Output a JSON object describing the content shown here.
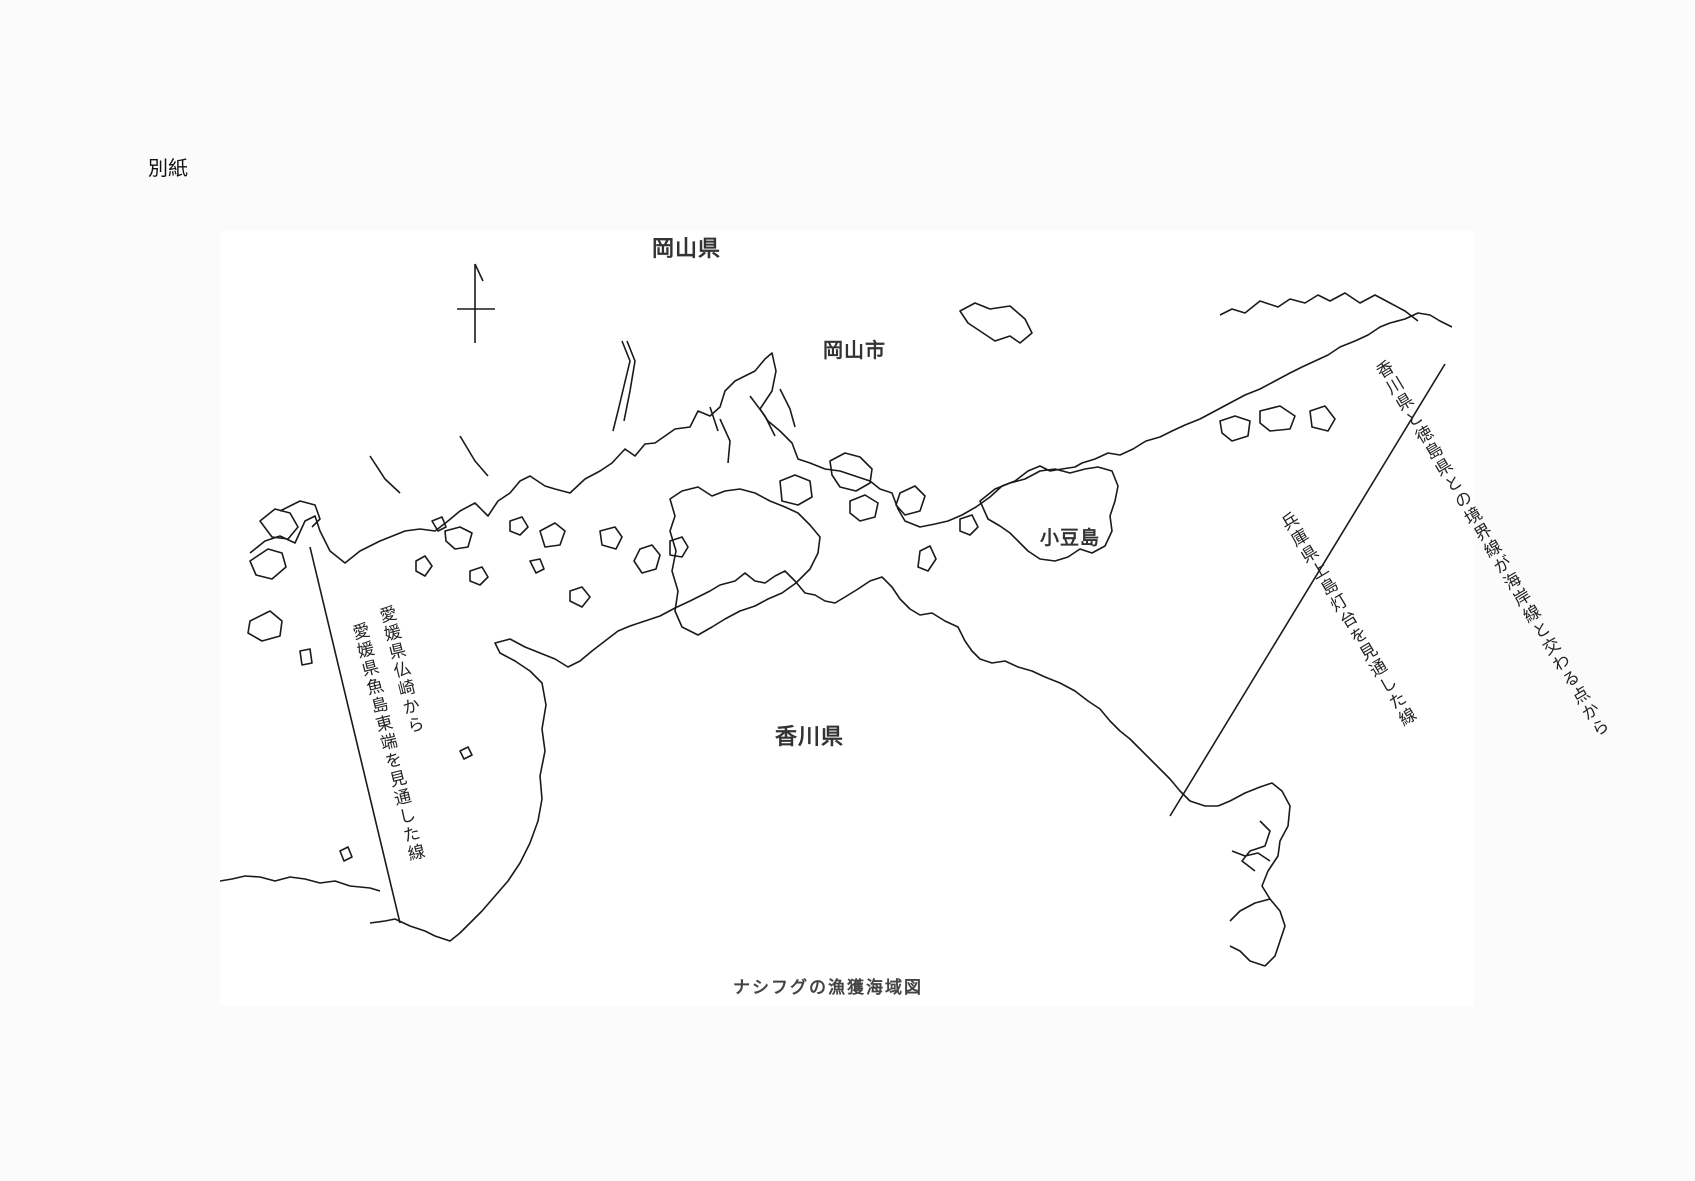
{
  "page": {
    "annex_label": "別紙"
  },
  "map": {
    "title": "ナシフグの漁獲海域図",
    "labels": {
      "okayama_pref": "岡山県",
      "okayama_city": "岡山市",
      "kagawa_pref": "香川県",
      "shodoshima": "小豆島"
    },
    "boundary_west": {
      "line1": "愛媛県仏崎から",
      "line2": "愛媛県魚島東端を見通した線"
    },
    "boundary_east": {
      "line1": "香川県と徳島県との境界線が海岸線と交わる点から",
      "line2": "兵庫県上島灯台を見通した線"
    },
    "north_arrow": "north-arrow-icon",
    "colors": {
      "coastline": "#1a1a1a",
      "background": "#ffffff",
      "page": "#fbfbfb"
    }
  }
}
